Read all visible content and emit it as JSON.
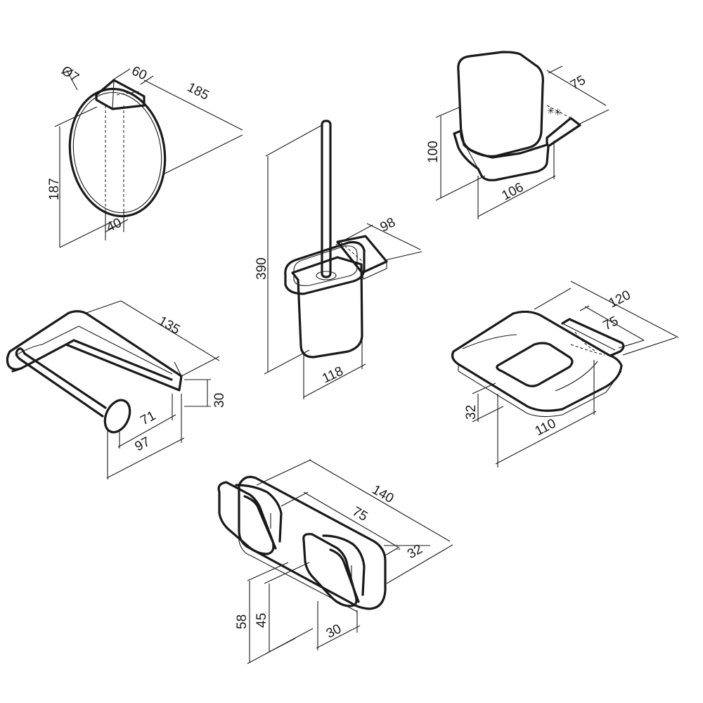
{
  "items": {
    "towel_ring": {
      "dims": {
        "wall_depth": "60",
        "width": "185",
        "height": "187",
        "bar_depth": "40",
        "rod_diameter": "Ø7"
      }
    },
    "toilet_brush": {
      "dims": {
        "height": "390",
        "depth": "98",
        "width": "118"
      }
    },
    "tumbler_holder": {
      "dims": {
        "depth": "75",
        "height": "100",
        "width": "106"
      }
    },
    "paper_holder": {
      "dims": {
        "width": "135",
        "height": "30",
        "inner": "71",
        "overall": "97"
      }
    },
    "soap_dish": {
      "dims": {
        "width": "120",
        "depth": "75",
        "height": "32",
        "length": "110"
      }
    },
    "double_hook": {
      "dims": {
        "width": "140",
        "spacing": "75",
        "depth": "32",
        "height": "58",
        "hook_height": "45",
        "hook_width": "30"
      }
    }
  }
}
